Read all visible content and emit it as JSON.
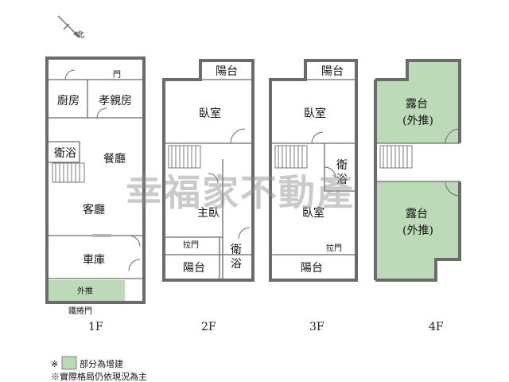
{
  "compass": {
    "north_label": "北"
  },
  "floors": {
    "f1": {
      "label": "1F",
      "rooms": {
        "door": "門",
        "kitchen": "廚房",
        "elder_room": "孝親房",
        "bathroom": "衛浴",
        "dining": "餐廳",
        "living": "客廳",
        "garage": "車庫",
        "extension": "外推",
        "rolling_door": "鐵捲門"
      }
    },
    "f2": {
      "label": "2F",
      "rooms": {
        "balcony_top": "陽台",
        "bedroom": "臥室",
        "master_bedroom": "主臥",
        "sliding_door": "拉門",
        "balcony_bottom": "陽台",
        "bathroom": [
          "衛",
          "浴"
        ]
      }
    },
    "f3": {
      "label": "3F",
      "rooms": {
        "balcony_top": "陽台",
        "bedroom_top": "臥室",
        "bathroom": [
          "衛",
          "浴"
        ],
        "bedroom_bottom": "臥室",
        "sliding_door": "拉門",
        "balcony_bottom": "陽台"
      }
    },
    "f4": {
      "label": "4F",
      "rooms": {
        "terrace_top": [
          "露台",
          "(外推)"
        ],
        "terrace_bottom": [
          "露台",
          "(外推)"
        ]
      }
    }
  },
  "watermark": "幸福家不動產",
  "legend": {
    "mark": "※",
    "swatch_color": "#bcd9b8",
    "swatch_text": "部分為增建",
    "note": "※實際格局仍依現況為主"
  }
}
